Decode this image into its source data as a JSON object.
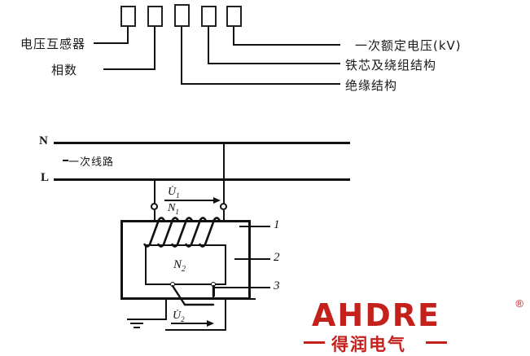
{
  "legend": {
    "boxes": [
      {
        "id": "box-1",
        "value": ""
      },
      {
        "id": "box-2",
        "value": ""
      },
      {
        "id": "box-3",
        "value": ""
      },
      {
        "id": "box-4",
        "value": ""
      },
      {
        "id": "box-5",
        "value": ""
      }
    ],
    "left_labels": [
      {
        "id": "voltage-transformer",
        "text": "电压互感器"
      },
      {
        "id": "phase-count",
        "text": "相数"
      }
    ],
    "right_labels": [
      {
        "id": "primary-rated-voltage",
        "text": "一次额定电压(kV)"
      },
      {
        "id": "core-and-winding-structure",
        "text": "铁芯及绕组结构"
      },
      {
        "id": "insulation-structure",
        "text": "绝缘结构"
      }
    ]
  },
  "circuit": {
    "net_n": "N",
    "net_l": "L",
    "primary_line_label": "一次线路",
    "primary_voltage_symbol": "U̇",
    "primary_voltage_sub": "1",
    "primary_turns_symbol": "N",
    "primary_turns_sub": "1",
    "secondary_turns_symbol": "N",
    "secondary_turns_sub": "2",
    "secondary_voltage_symbol": "U̇",
    "secondary_voltage_sub": "2",
    "callouts": [
      {
        "id": "callout-1",
        "text": "1"
      },
      {
        "id": "callout-2",
        "text": "2"
      },
      {
        "id": "callout-3",
        "text": "3"
      }
    ],
    "ground_label": ""
  },
  "watermark": {
    "brand": "AHDRE",
    "registered_mark": "®",
    "chinese_name": "得润电气",
    "color": "#c4201c",
    "dark_color": "#8c1512"
  }
}
